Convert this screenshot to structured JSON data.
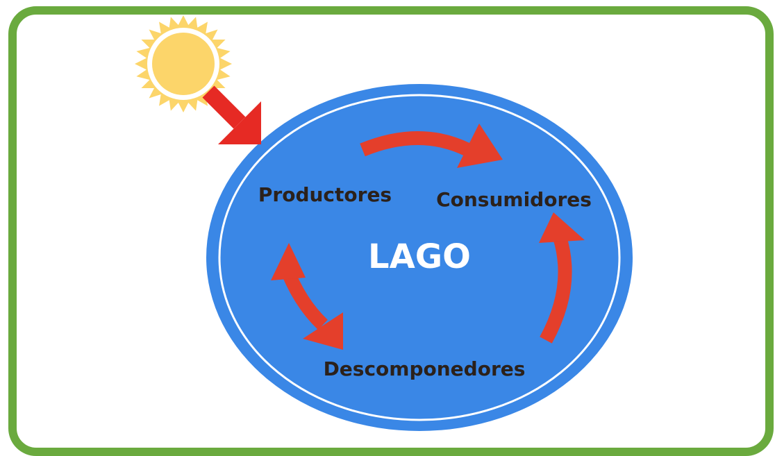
{
  "diagram": {
    "lake_label": "LAGO",
    "nodes": {
      "producers": "Productores",
      "consumers": "Consumidores",
      "decomposers": "Descomponedores"
    }
  },
  "colors": {
    "frame": "#6aaa3e",
    "lake": "#3a87e6",
    "arrow": "#e43f2b",
    "sun_arrow": "#e62a24",
    "sun": "#fcd56a",
    "text": "#2b211b"
  },
  "icons": [
    "sun-icon",
    "sunlight-arrow-icon",
    "cycle-arrow-icon"
  ]
}
